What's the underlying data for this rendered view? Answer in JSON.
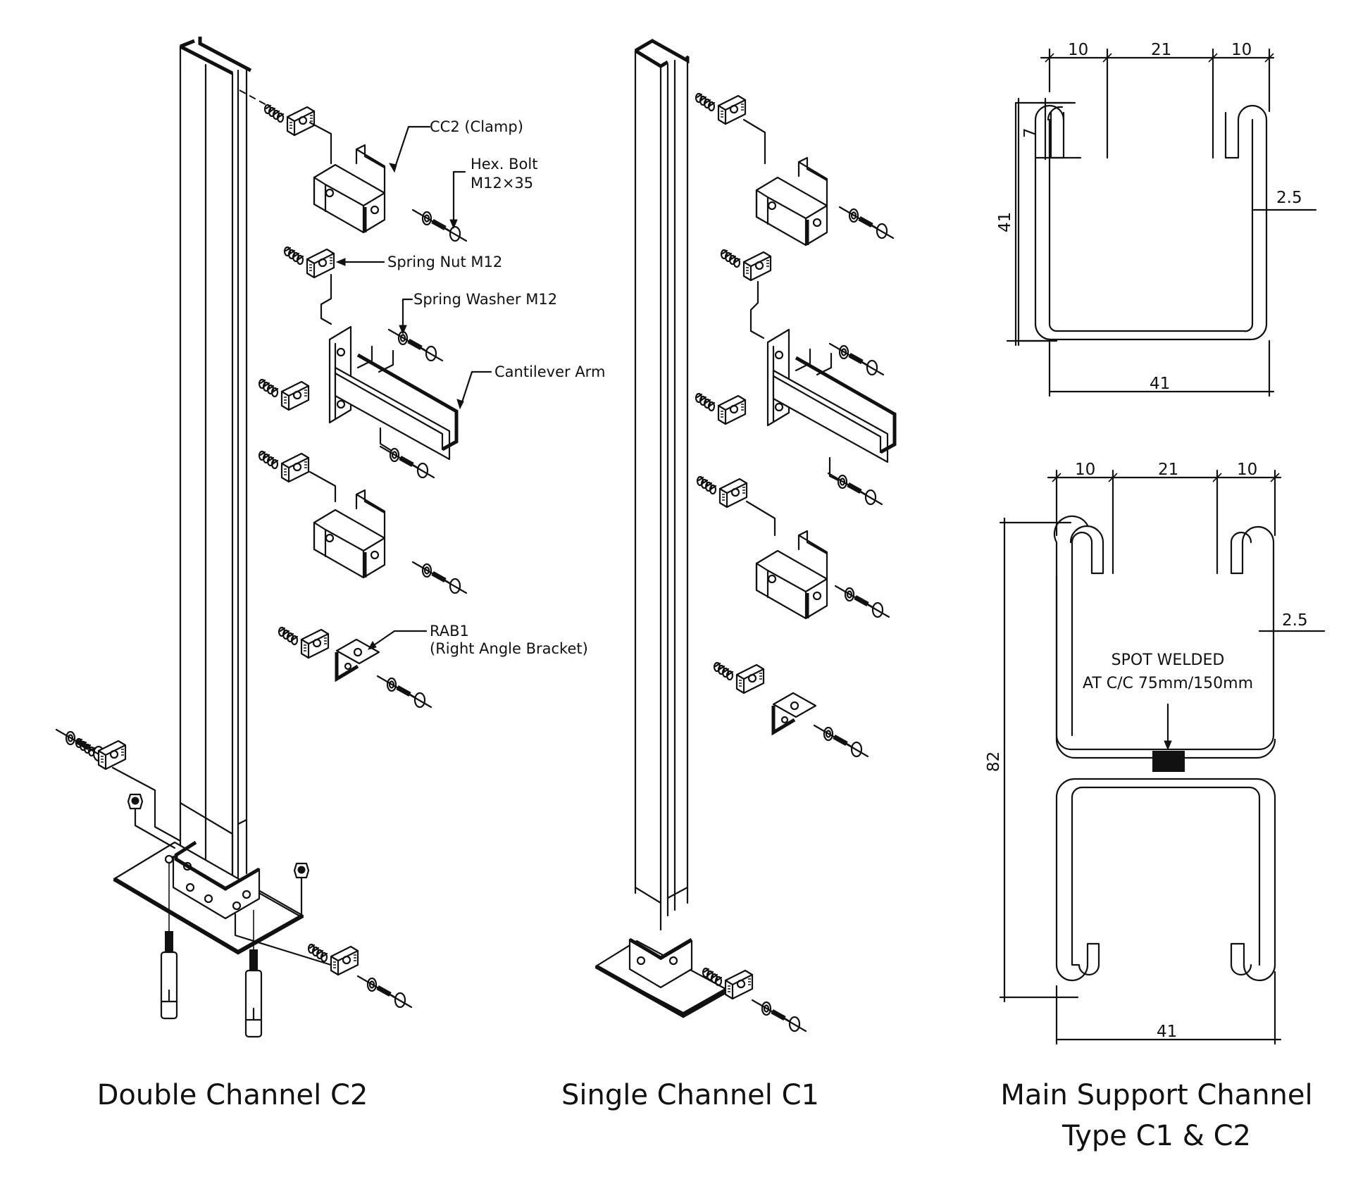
{
  "captions": {
    "double_channel": "Double Channel C2",
    "single_channel": "Single Channel C1",
    "main_support_line1": "Main Support Channel",
    "main_support_line2": "Type C1 & C2"
  },
  "callouts": {
    "clamp": "CC2 (Clamp)",
    "hex_bolt_line1": "Hex. Bolt",
    "hex_bolt_line2": "M12×35",
    "spring_nut": "Spring Nut M12",
    "spring_washer": "Spring Washer M12",
    "cantilever_arm": "Cantilever Arm",
    "rab_line1": "RAB1",
    "rab_line2": "(Right Angle Bracket)"
  },
  "section_single": {
    "top_dims": [
      "10",
      "21",
      "10"
    ],
    "lip_height": "7",
    "height": "41",
    "thickness": "2.5",
    "width": "41"
  },
  "section_double": {
    "top_dims": [
      "10",
      "21",
      "10"
    ],
    "height": "82",
    "thickness": "2.5",
    "width": "41",
    "weld_note_line1": "SPOT WELDED",
    "weld_note_line2": "AT C/C 75mm/150mm"
  }
}
